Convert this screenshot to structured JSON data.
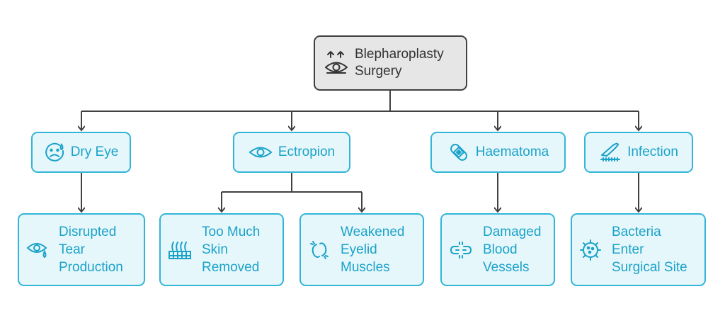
{
  "root": {
    "label": "Blepharoplasty\nSurgery",
    "icon": "eye-lift-icon"
  },
  "categories": [
    {
      "label": "Dry Eye",
      "icon": "sad-face-icon",
      "children": [
        {
          "label": "Disrupted\nTear\nProduction",
          "icon": "tearing-eye-icon"
        }
      ]
    },
    {
      "label": "Ectropion",
      "icon": "eye-icon",
      "children": [
        {
          "label": "Too Much\nSkin\nRemoved",
          "icon": "skin-layers-icon"
        },
        {
          "label": "Weakened\nEyelid\nMuscles",
          "icon": "broken-link-icon"
        }
      ]
    },
    {
      "label": "Haematoma",
      "icon": "bandage-icon",
      "children": [
        {
          "label": "Damaged\nBlood\nVessels",
          "icon": "broken-chain-icon"
        }
      ]
    },
    {
      "label": "Infection",
      "icon": "scalpel-icon",
      "children": [
        {
          "label": "Bacteria\nEnter\nSurgical Site",
          "icon": "bacteria-icon"
        }
      ]
    }
  ],
  "colors": {
    "accent": "#32b5d8",
    "accent_text": "#1aa2c9",
    "accent_fill": "#e6f7fb",
    "root_fill": "#e6e6e6",
    "root_border": "#404040",
    "connector": "#404040"
  }
}
